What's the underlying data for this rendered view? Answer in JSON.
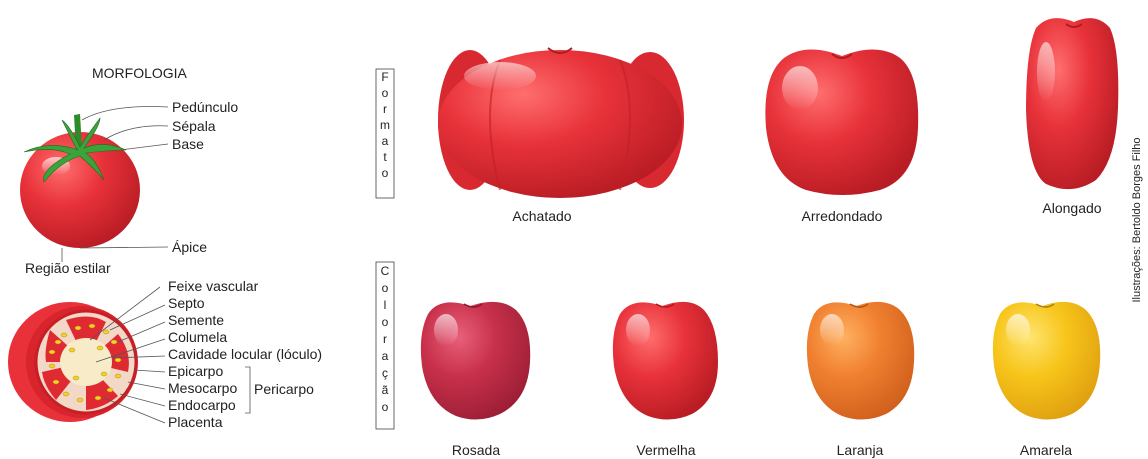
{
  "morphology": {
    "title": "MORFOLOGIA",
    "exterior_labels": [
      "Pedúnculo",
      "Sépala",
      "Base",
      "Ápice",
      "Região estilar"
    ],
    "section_labels": [
      "Feixe vascular",
      "Septo",
      "Semente",
      "Columela",
      "Cavidade locular (lóculo)",
      "Epicarpo",
      "Mesocarpo",
      "Endocarpo",
      "Placenta"
    ],
    "pericarp_label": "Pericarpo"
  },
  "shape": {
    "heading": "Formato",
    "items": [
      {
        "label": "Achatado",
        "color": "#e8323a"
      },
      {
        "label": "Arredondado",
        "color": "#e8323a"
      },
      {
        "label": "Alongado",
        "color": "#e8323a"
      }
    ]
  },
  "color": {
    "heading": "Coloração",
    "items": [
      {
        "label": "Rosada",
        "color": "#c8304a"
      },
      {
        "label": "Vermelha",
        "color": "#e82d38"
      },
      {
        "label": "Laranja",
        "color": "#f08030"
      },
      {
        "label": "Amarela",
        "color": "#f7c51a"
      }
    ]
  },
  "credit": "Ilustrações: Bertoldo Borges Filho"
}
